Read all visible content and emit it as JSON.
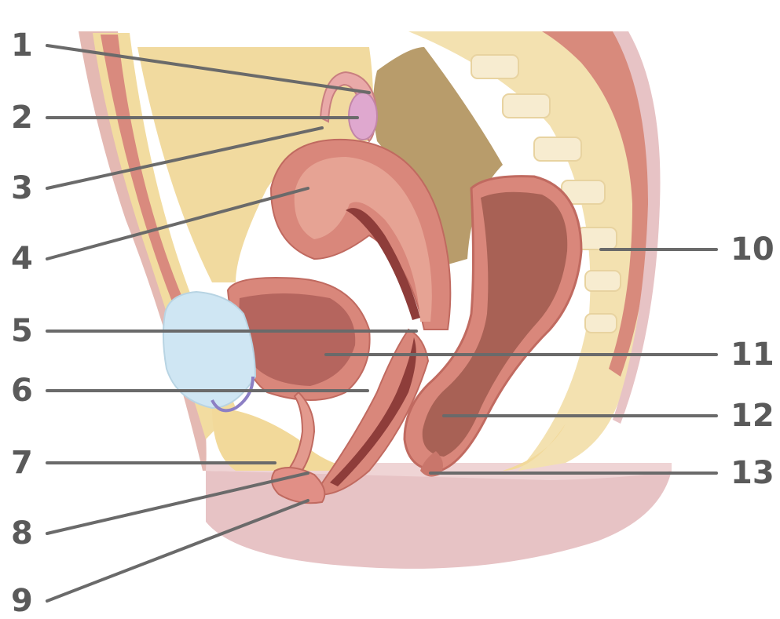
{
  "figure": {
    "subject": "anatomical illustration",
    "labels": [
      {
        "id": "1",
        "text": "1",
        "side": "left"
      },
      {
        "id": "2",
        "text": "2",
        "side": "left"
      },
      {
        "id": "3",
        "text": "3",
        "side": "left"
      },
      {
        "id": "4",
        "text": "4",
        "side": "left"
      },
      {
        "id": "5",
        "text": "5",
        "side": "left"
      },
      {
        "id": "6",
        "text": "6",
        "side": "left"
      },
      {
        "id": "7",
        "text": "7",
        "side": "left"
      },
      {
        "id": "8",
        "text": "8",
        "side": "left"
      },
      {
        "id": "9",
        "text": "9",
        "side": "left"
      },
      {
        "id": "10",
        "text": "10",
        "side": "right"
      },
      {
        "id": "11",
        "text": "11",
        "side": "right"
      },
      {
        "id": "12",
        "text": "12",
        "side": "right"
      },
      {
        "id": "13",
        "text": "13",
        "side": "right"
      }
    ]
  },
  "colors": {
    "label_text": "#5a5a5a",
    "leader_line": "#6a6a6a",
    "skin": "#e9c2c4",
    "fat": "#f4e0a6",
    "muscle": "#d98578",
    "bladder": "#cfe6f2",
    "cavity": "#b69a68"
  }
}
